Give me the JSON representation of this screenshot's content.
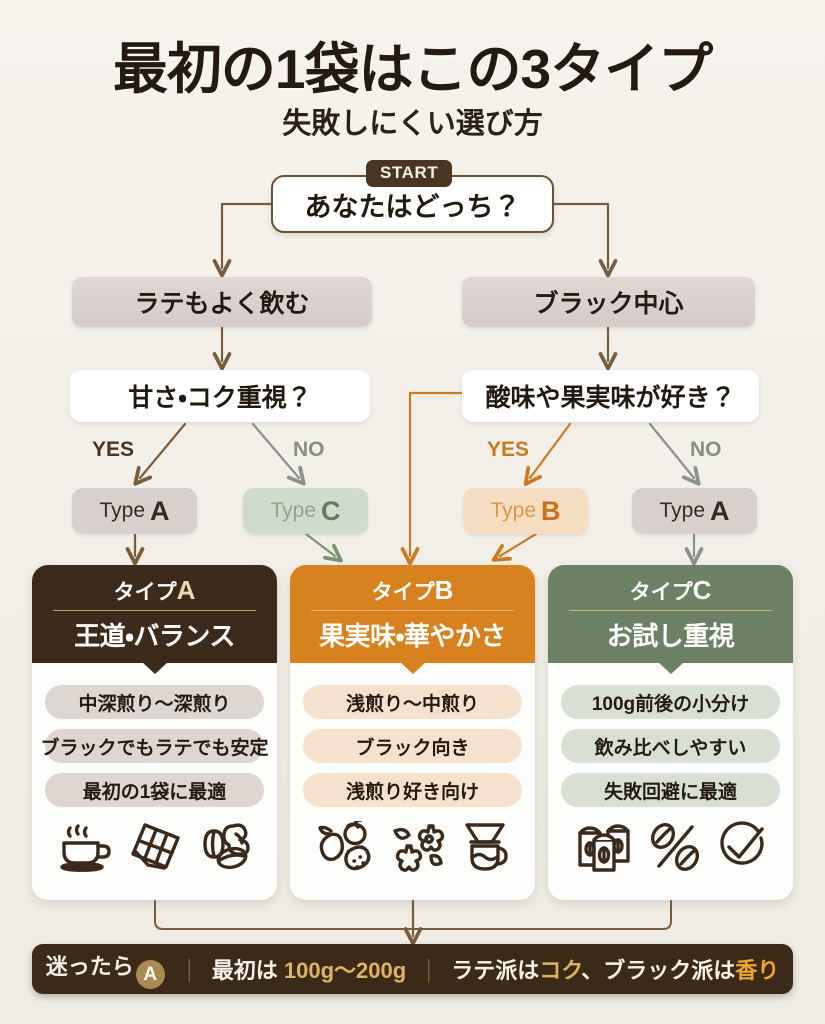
{
  "header": {
    "title": "最初の1袋はこの3タイプ",
    "subtitle": "失敗しにくい選び方"
  },
  "flow": {
    "start_badge": "START",
    "start_question": "あなたはどっち？",
    "branch_left": "ラテもよく飲む",
    "branch_right": "ブラック中心",
    "question_left": "甘さ・コク重視？",
    "question_right": "酸味や果実味が好き？",
    "yes_1": "YES",
    "no_1": "NO",
    "yes_2": "YES",
    "no_2": "NO",
    "chips": [
      {
        "prefix": "Type",
        "letter": "A"
      },
      {
        "prefix": "Type",
        "letter": "C"
      },
      {
        "prefix": "Type",
        "letter": "B"
      },
      {
        "prefix": "Type",
        "letter": "A"
      }
    ]
  },
  "cards": [
    {
      "kind_prefix": "タイプ",
      "kind_letter": "A",
      "name": "王道・バランス",
      "header_color": "#3c2a1a",
      "pill_color": "#ddd6d1",
      "pills": [
        "中深煎り〜深煎り",
        "ブラックでもラテでも安定",
        "最初の1袋に最適"
      ],
      "icons": [
        "coffee-cup-icon",
        "chocolate-bar-icon",
        "nut-bean-icon"
      ]
    },
    {
      "kind_prefix": "タイプ",
      "kind_letter": "B",
      "name": "果実味・華やかさ",
      "header_color": "#d8821f",
      "pill_color": "#f6e2cc",
      "pills": [
        "浅煎り〜中煎り",
        "ブラック向き",
        "浅煎り好き向け"
      ],
      "icons": [
        "fruit-icon",
        "flower-icon",
        "pour-over-dripper-icon"
      ]
    },
    {
      "kind_prefix": "タイプ",
      "kind_letter": "C",
      "name": "お試し重視",
      "header_color": "#6c8163",
      "pill_color": "#d7e0d2",
      "pills": [
        "100g前後の小分け",
        "飲み比べしやすい",
        "失敗回避に最適"
      ],
      "icons": [
        "coffee-bags-icon",
        "bean-percent-icon",
        "check-circle-icon"
      ]
    }
  ],
  "footer": {
    "seg1_prefix": "迷ったら",
    "seg1_badge": "A",
    "divider": "｜",
    "seg2_prefix": "最初は",
    "seg2_highlight": "100g〜200g",
    "seg3_a": "ラテ派は",
    "seg3_b": "コク",
    "seg3_c": "、ブラック派は",
    "seg3_d": "香り"
  },
  "colors": {
    "background": "#f2f1ea",
    "ink": "#241a12",
    "type_a": "#3c2a1a",
    "type_b": "#d8821f",
    "type_c": "#6c8163",
    "gold": "#dcb463",
    "amber": "#f2a52c",
    "wire_brown": "#7a5c3c",
    "wire_gray": "#8d9189",
    "wire_orange": "#cc7a22",
    "wire_green": "#7a9471"
  }
}
